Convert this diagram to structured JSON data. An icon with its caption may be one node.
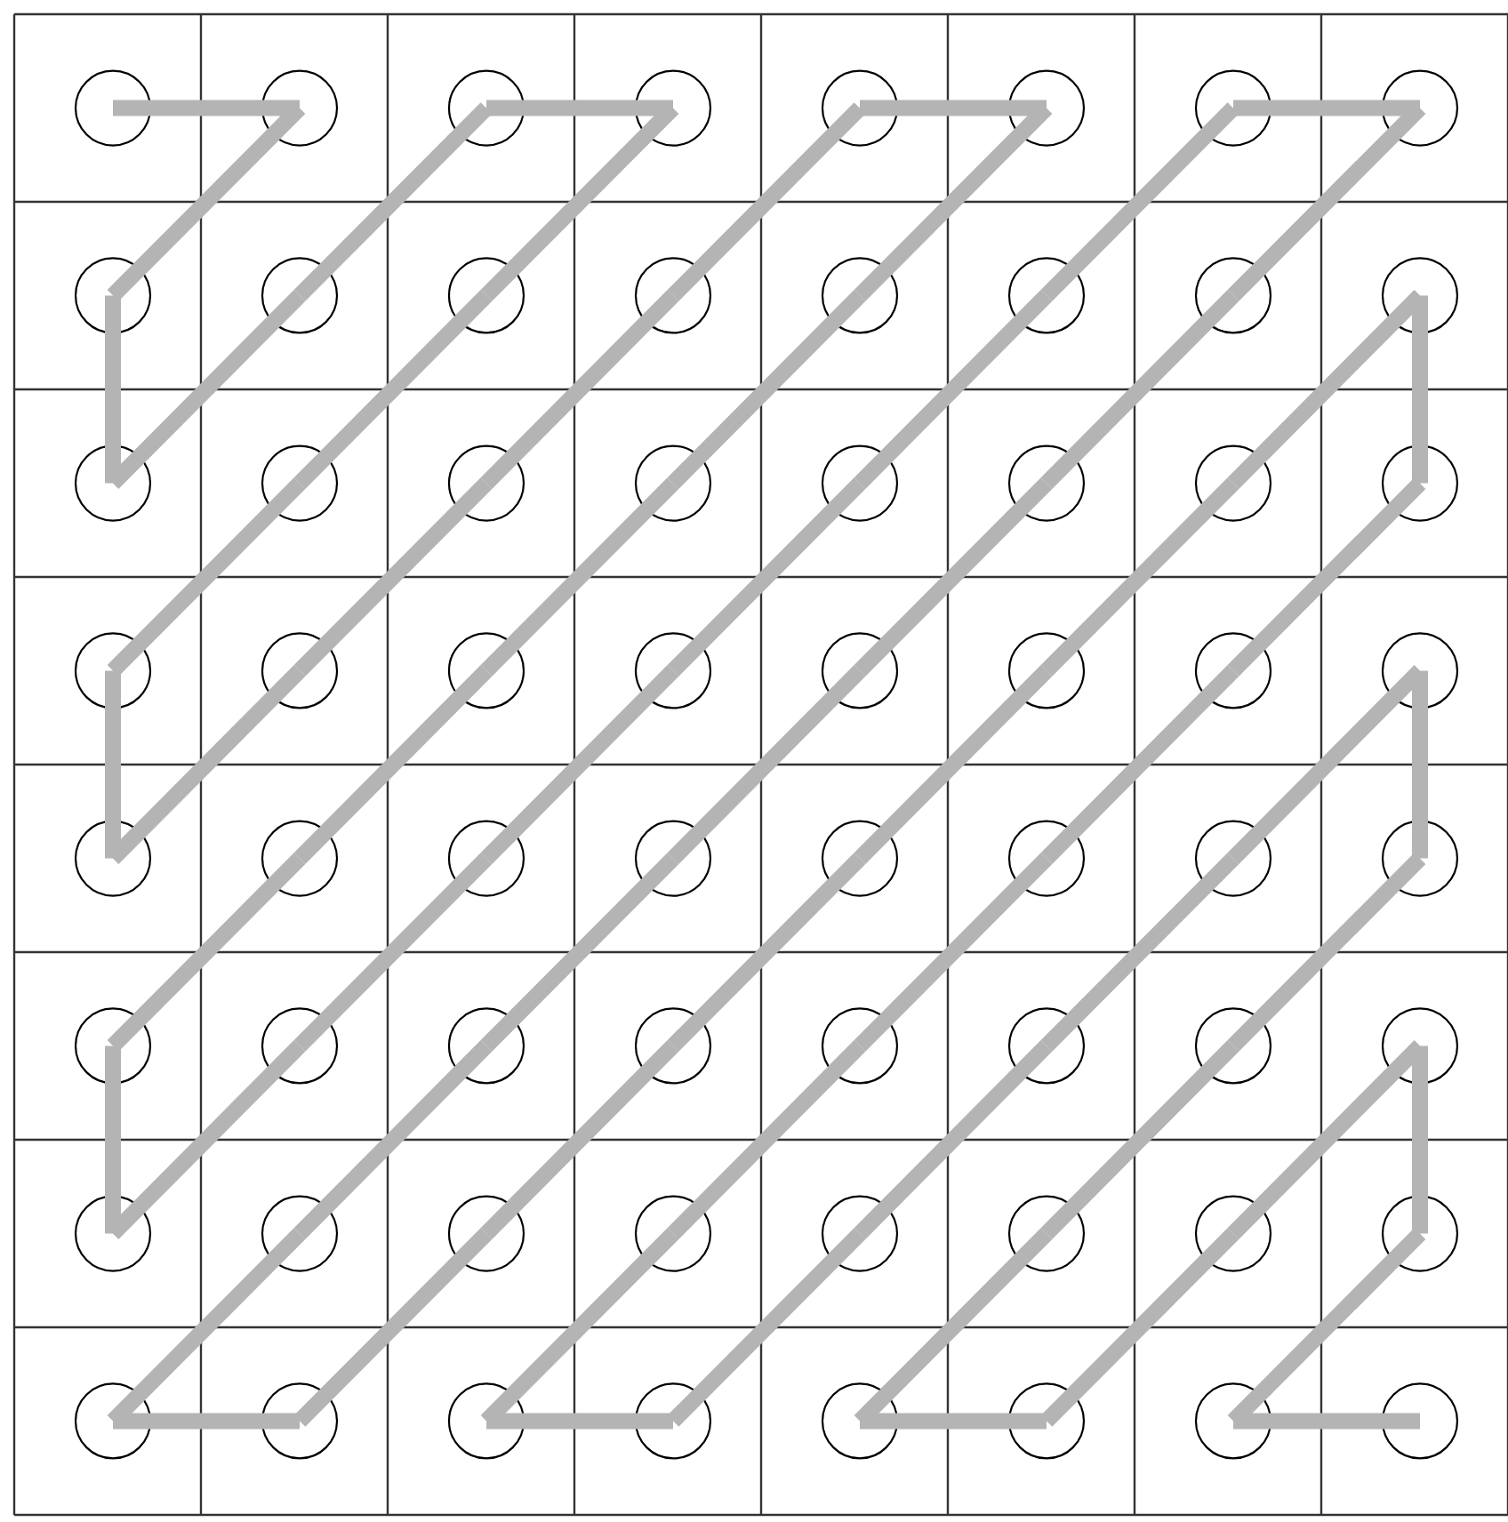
{
  "diagram": {
    "nodes": [
      {
        "text": [],
        "shape": "circle"
      },
      {
        "text": [],
        "shape": "circle"
      },
      {
        "text": [],
        "shape": "circle"
      },
      {
        "text": [],
        "shape": "circle"
      },
      {
        "text": [],
        "shape": "circle"
      },
      {
        "text": [],
        "shape": "circle"
      },
      {
        "text": [],
        "shape": "circle"
      },
      {
        "text": [],
        "shape": "circle"
      },
      {
        "text": [],
        "shape": "circle"
      },
      {
        "text": [],
        "shape": "circle"
      },
      {
        "text": [],
        "shape": "circle"
      },
      {
        "text": [],
        "shape": "circle"
      },
      {
        "text": [],
        "shape": "circle"
      },
      {
        "text": [],
        "shape": "circle"
      },
      {
        "text": [],
        "shape": "circle"
      },
      {
        "text": [],
        "shape": "circle"
      },
      {
        "text": [],
        "shape": "circle"
      },
      {
        "text": [],
        "shape": "circle"
      },
      {
        "text": [],
        "shape": "circle"
      },
      {
        "text": [],
        "shape": "circle"
      },
      {
        "text": [],
        "shape": "circle"
      },
      {
        "text": [],
        "shape": "circle"
      },
      {
        "text": [],
        "shape": "circle"
      },
      {
        "text": [],
        "shape": "circle"
      },
      {
        "text": [],
        "shape": "circle"
      },
      {
        "text": [],
        "shape": "circle"
      },
      {
        "text": [],
        "shape": "circle"
      },
      {
        "text": [],
        "shape": "circle"
      },
      {
        "text": [],
        "shape": "circle"
      },
      {
        "text": [],
        "shape": "circle"
      },
      {
        "text": [],
        "shape": "circle"
      },
      {
        "text": [],
        "shape": "circle"
      },
      {
        "text": [],
        "shape": "circle"
      },
      {
        "text": [],
        "shape": "circle"
      },
      {
        "text": [],
        "shape": "circle"
      },
      {
        "text": [],
        "shape": "circle"
      },
      {
        "text": [],
        "shape": "circle"
      },
      {
        "text": [],
        "shape": "circle"
      },
      {
        "text": [],
        "shape": "circle"
      },
      {
        "text": [],
        "shape": "circle"
      },
      {
        "text": [],
        "shape": "circle"
      },
      {
        "text": [],
        "shape": "circle"
      },
      {
        "text": [],
        "shape": "circle"
      },
      {
        "text": [],
        "shape": "circle"
      },
      {
        "text": [],
        "shape": "circle"
      },
      {
        "text": [],
        "shape": "circle"
      },
      {
        "text": [],
        "shape": "circle"
      },
      {
        "text": [],
        "shape": "circle"
      },
      {
        "text": [],
        "shape": "circle"
      },
      {
        "text": [],
        "shape": "circle"
      },
      {
        "text": [],
        "shape": "circle"
      },
      {
        "text": [],
        "shape": "circle"
      },
      {
        "text": [],
        "shape": "circle"
      },
      {
        "text": [],
        "shape": "circle"
      },
      {
        "text": [],
        "shape": "circle"
      },
      {
        "text": [],
        "shape": "circle"
      },
      {
        "text": [],
        "shape": "circle"
      },
      {
        "text": [],
        "shape": "circle"
      },
      {
        "text": [],
        "shape": "circle"
      },
      {
        "text": [],
        "shape": "circle"
      },
      {
        "text": [],
        "shape": "circle"
      },
      {
        "text": [],
        "shape": "circle"
      },
      {
        "text": [],
        "shape": "circle"
      },
      {
        "text": [],
        "shape": "circle"
      }
    ],
    "edges": [
      {
        "from": 0,
        "to": 1,
        "arrow": "none"
      },
      {
        "from": 1,
        "to": 8,
        "arrow": "none"
      },
      {
        "from": 8,
        "to": 16,
        "arrow": "none"
      },
      {
        "from": 16,
        "to": 9,
        "arrow": "none"
      },
      {
        "from": 9,
        "to": 2,
        "arrow": "none"
      },
      {
        "from": 2,
        "to": 3,
        "arrow": "none"
      },
      {
        "from": 3,
        "to": 10,
        "arrow": "none"
      },
      {
        "from": 10,
        "to": 17,
        "arrow": "none"
      },
      {
        "from": 17,
        "to": 24,
        "arrow": "none"
      },
      {
        "from": 24,
        "to": 32,
        "arrow": "none"
      },
      {
        "from": 32,
        "to": 25,
        "arrow": "none"
      },
      {
        "from": 25,
        "to": 18,
        "arrow": "none"
      },
      {
        "from": 18,
        "to": 11,
        "arrow": "none"
      },
      {
        "from": 11,
        "to": 4,
        "arrow": "none"
      },
      {
        "from": 4,
        "to": 5,
        "arrow": "none"
      },
      {
        "from": 5,
        "to": 12,
        "arrow": "none"
      },
      {
        "from": 12,
        "to": 19,
        "arrow": "none"
      },
      {
        "from": 19,
        "to": 26,
        "arrow": "none"
      },
      {
        "from": 26,
        "to": 33,
        "arrow": "none"
      },
      {
        "from": 33,
        "to": 40,
        "arrow": "none"
      },
      {
        "from": 40,
        "to": 48,
        "arrow": "none"
      },
      {
        "from": 48,
        "to": 41,
        "arrow": "none"
      },
      {
        "from": 41,
        "to": 34,
        "arrow": "none"
      },
      {
        "from": 34,
        "to": 27,
        "arrow": "none"
      },
      {
        "from": 27,
        "to": 20,
        "arrow": "none"
      },
      {
        "from": 20,
        "to": 13,
        "arrow": "none"
      },
      {
        "from": 13,
        "to": 6,
        "arrow": "none"
      },
      {
        "from": 6,
        "to": 7,
        "arrow": "none"
      },
      {
        "from": 7,
        "to": 14,
        "arrow": "none"
      },
      {
        "from": 14,
        "to": 21,
        "arrow": "none"
      },
      {
        "from": 21,
        "to": 28,
        "arrow": "none"
      },
      {
        "from": 28,
        "to": 35,
        "arrow": "none"
      },
      {
        "from": 35,
        "to": 42,
        "arrow": "none"
      },
      {
        "from": 42,
        "to": 49,
        "arrow": "none"
      },
      {
        "from": 49,
        "to": 56,
        "arrow": "none"
      },
      {
        "from": 56,
        "to": 57,
        "arrow": "none"
      },
      {
        "from": 57,
        "to": 50,
        "arrow": "none"
      },
      {
        "from": 50,
        "to": 43,
        "arrow": "none"
      },
      {
        "from": 43,
        "to": 36,
        "arrow": "none"
      },
      {
        "from": 36,
        "to": 29,
        "arrow": "none"
      },
      {
        "from": 29,
        "to": 22,
        "arrow": "none"
      },
      {
        "from": 22,
        "to": 15,
        "arrow": "none"
      },
      {
        "from": 15,
        "to": 23,
        "arrow": "none"
      },
      {
        "from": 23,
        "to": 30,
        "arrow": "none"
      },
      {
        "from": 30,
        "to": 37,
        "arrow": "none"
      },
      {
        "from": 37,
        "to": 44,
        "arrow": "none"
      },
      {
        "from": 44,
        "to": 51,
        "arrow": "none"
      },
      {
        "from": 51,
        "to": 58,
        "arrow": "none"
      },
      {
        "from": 58,
        "to": 59,
        "arrow": "none"
      },
      {
        "from": 59,
        "to": 52,
        "arrow": "none"
      },
      {
        "from": 52,
        "to": 45,
        "arrow": "none"
      },
      {
        "from": 45,
        "to": 38,
        "arrow": "none"
      },
      {
        "from": 38,
        "to": 31,
        "arrow": "none"
      },
      {
        "from": 31,
        "to": 39,
        "arrow": "none"
      },
      {
        "from": 39,
        "to": 46,
        "arrow": "none"
      },
      {
        "from": 46,
        "to": 53,
        "arrow": "none"
      },
      {
        "from": 53,
        "to": 60,
        "arrow": "none"
      },
      {
        "from": 60,
        "to": 61,
        "arrow": "none"
      },
      {
        "from": 61,
        "to": 54,
        "arrow": "none"
      },
      {
        "from": 54,
        "to": 47,
        "arrow": "none"
      },
      {
        "from": 47,
        "to": 55,
        "arrow": "none"
      },
      {
        "from": 55,
        "to": 62,
        "arrow": "none"
      },
      {
        "from": 62,
        "to": 63,
        "arrow": "none"
      }
    ]
  }
}
